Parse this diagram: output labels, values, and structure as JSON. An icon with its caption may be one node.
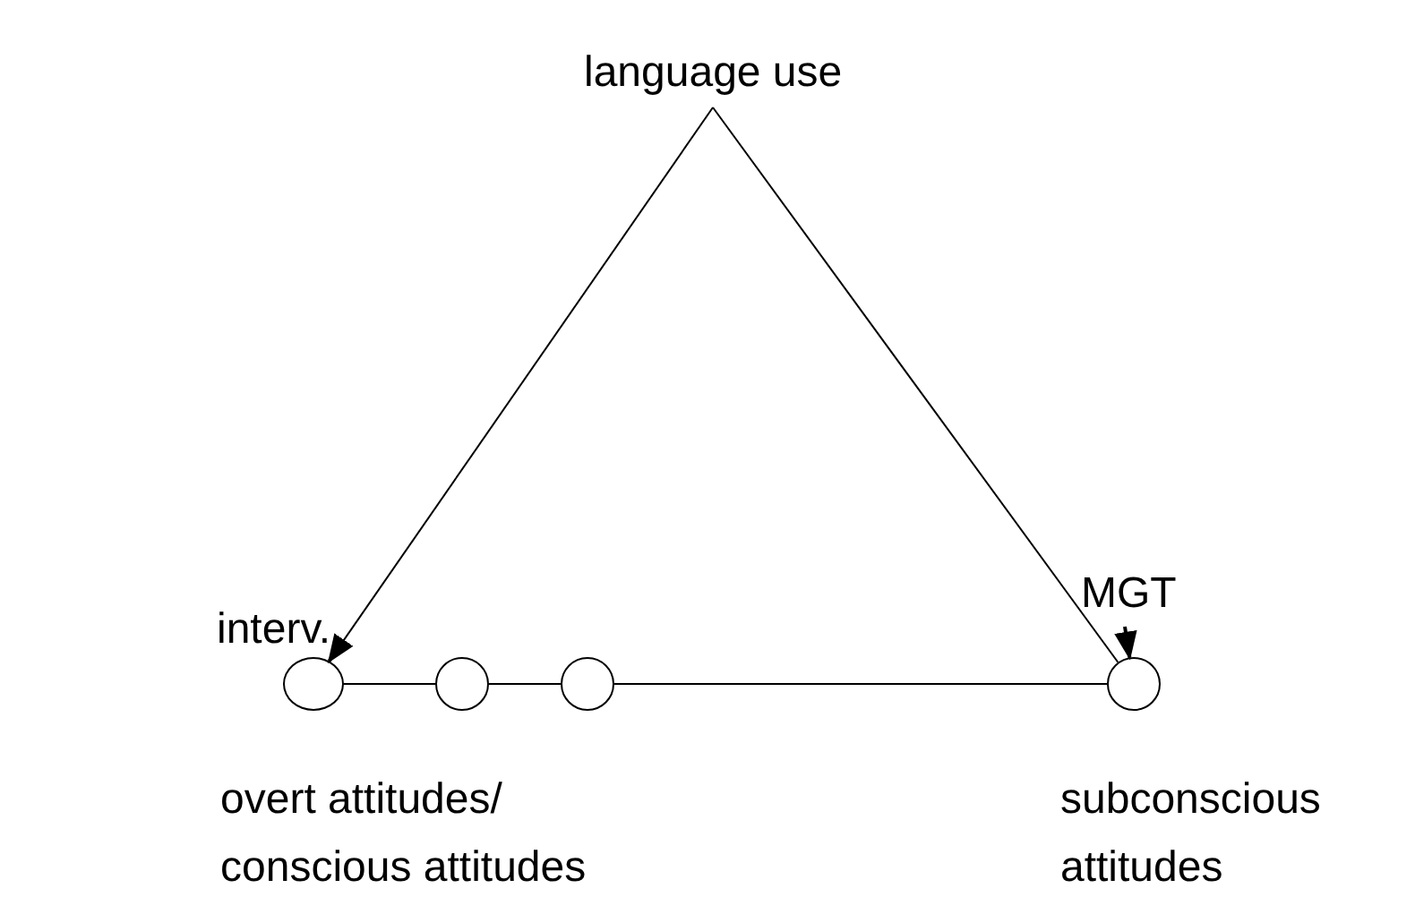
{
  "diagram": {
    "nodes": [
      {
        "text": [
          "language use"
        ]
      },
      {
        "text": [],
        "shape": "circle",
        "beside": [
          "overt attitudes/ conscious attitudes"
        ]
      },
      {
        "text": [],
        "shape": "circle"
      },
      {
        "text": [],
        "shape": "circle"
      },
      {
        "text": [],
        "shape": "circle",
        "beside": [
          "subconscious attitudes"
        ]
      },
      {
        "text": [
          "interv."
        ]
      },
      {
        "text": [
          "MGT"
        ]
      }
    ],
    "edges": [
      {
        "from": 0,
        "to": 1,
        "arrow": "none"
      },
      {
        "from": 0,
        "to": 4,
        "arrow": "none"
      },
      {
        "from": 1,
        "to": 2,
        "arrow": "none"
      },
      {
        "from": 2,
        "to": 3,
        "arrow": "none"
      },
      {
        "from": 3,
        "to": 4,
        "arrow": "none"
      },
      {
        "from": 5,
        "to": 1,
        "arrow": "to"
      },
      {
        "from": 6,
        "to": 4,
        "arrow": "to"
      }
    ]
  }
}
